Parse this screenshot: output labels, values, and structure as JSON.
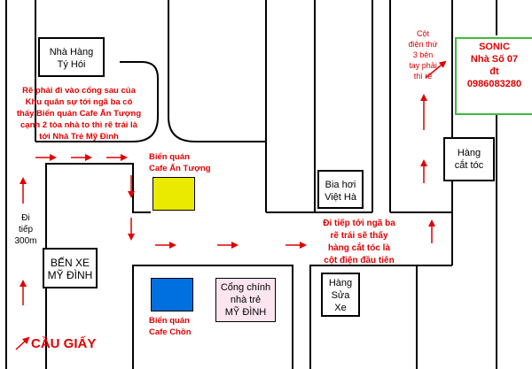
{
  "landmarks": {
    "nha_hang": [
      "Nhà Hàng",
      "Tý Hói"
    ],
    "ben_xe": [
      "BẾN XE",
      "MỸ ĐÌNH"
    ],
    "bia_hoi": [
      "Bia hơi",
      "Việt Hà"
    ],
    "hang_cat_toc": [
      "Hàng",
      "cắt tóc"
    ],
    "hang_sua_xe": [
      "Hàng",
      "Sửa",
      "Xe"
    ],
    "nha_tre": [
      "Cổng chính",
      "nhà trẻ",
      "MỸ ĐÌNH"
    ],
    "sonic": [
      "SONIC",
      "Nhà Số 07",
      "đt",
      "0986083280"
    ]
  },
  "labels": {
    "di_tiep": [
      "Đi",
      "tiếp",
      "300m"
    ],
    "cau_giay": "CẦU GIẤY",
    "cafe_an_tuong": [
      "Biển quán",
      "Cafe Ấn Tượng"
    ],
    "cafe_chon": [
      "Biển quán",
      "Cafe Chồn"
    ],
    "cot_dien": [
      "Cột",
      "điện thứ",
      "3 bên",
      "tay phải",
      "thì rẽ"
    ]
  },
  "directions": {
    "step1": [
      "Rẽ phải đi vào cổng sau của",
      "Khu quân sự tới ngã ba có",
      "thấy Biển quán Cafe Ấn Tượng",
      "cạnh 2 tòa nhà to thì rẽ trái là",
      "tới Nhà Trẻ Mỹ Đình"
    ],
    "step2": [
      "Đi tiếp tới ngã ba",
      "rẽ trái sẽ thấy",
      "hàng cắt tóc là",
      "cột điện đầu tiên"
    ]
  },
  "colors": {
    "route": "#e00000",
    "cafe_an_tuong_sign": "#eaea00",
    "cafe_chon_sign": "#0070e0",
    "nha_tre_fill": "#fde5f0",
    "sonic_text": "#e00000",
    "sonic_border": "#3fb93f"
  }
}
